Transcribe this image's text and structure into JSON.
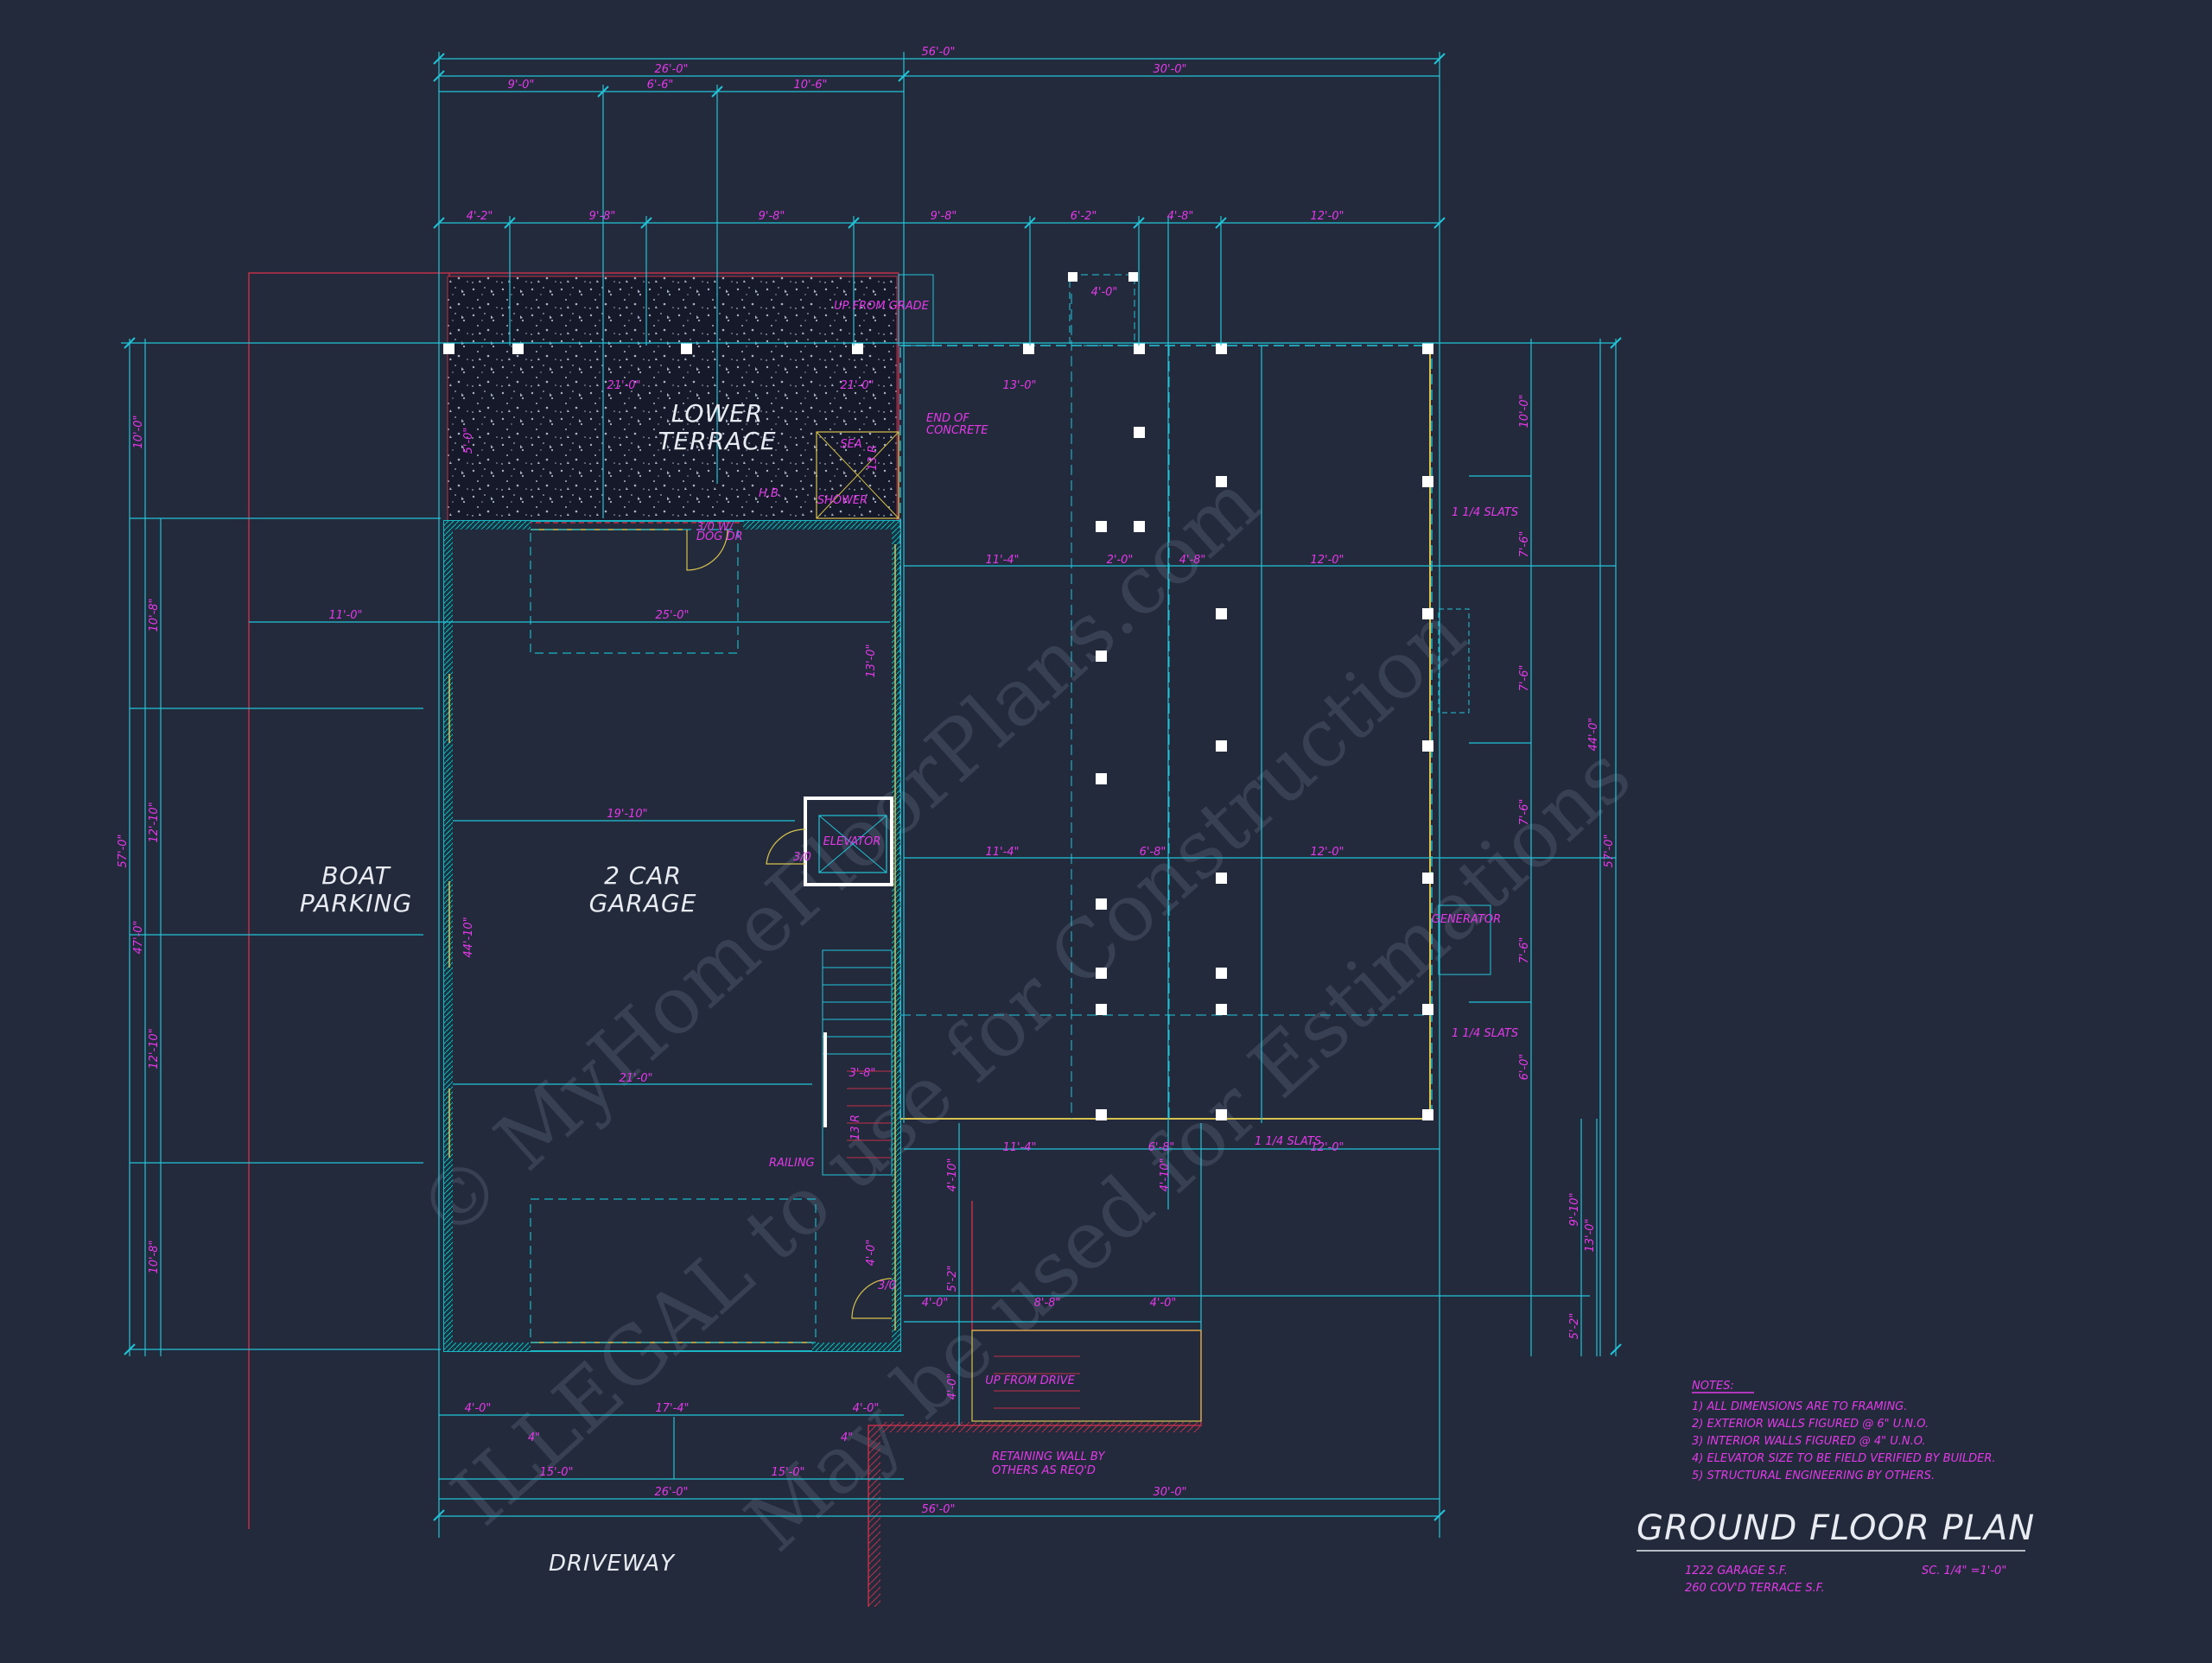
{
  "title": "GROUND FLOOR PLAN",
  "subtitle_lines": [
    "1222 GARAGE S.F.",
    "260 COV'D TERRACE S.F."
  ],
  "scale": "SC. 1/4\" =1'-0\"",
  "notes": {
    "heading": "NOTES:",
    "items": [
      "1) ALL DIMENSIONS ARE TO FRAMING.",
      "2) EXTERIOR WALLS FIGURED @ 6\" U.N.O.",
      "3) INTERIOR WALLS FIGURED @ 4\" U.N.O.",
      "4) ELEVATOR SIZE TO BE FIELD VERIFIED BY BUILDER.",
      "5) STRUCTURAL ENGINEERING BY OTHERS."
    ]
  },
  "rooms": {
    "lower_terrace": [
      "LOWER",
      "TERRACE"
    ],
    "garage": [
      "2 CAR",
      "GARAGE"
    ],
    "boat_parking": [
      "BOAT",
      "PARKING"
    ],
    "driveway": "DRIVEWAY"
  },
  "small_labels": {
    "elevator": "ELEVATOR",
    "generator": "GENERATOR",
    "shower": "SHOWER",
    "sea": "SEA",
    "up_from_grade": "UP FROM GRADE",
    "up_from_drive": "UP FROM DRIVE",
    "end_of_concrete": [
      "END OF",
      "CONCRETE"
    ],
    "retaining_wall": [
      "RETAINING WALL BY",
      "OTHERS AS REQ'D"
    ],
    "railing": "RAILING",
    "door_30": "3/0",
    "door_30_w": "3/0 W/",
    "dog_dr": "DOG DR",
    "hb": "H.B.",
    "stairs_1": "13 R",
    "stairs_2": "13 R"
  },
  "dims_top": {
    "overall": "56'-0\"",
    "left": "26'-0\"",
    "right": "30'-0\"",
    "row2": [
      "9'-0\"",
      "6'-6\"",
      "10'-6\""
    ],
    "row3": [
      "4'-2\"",
      "9'-8\"",
      "9'-8\"",
      "9'-8\"",
      "6'-2\"",
      "4'-8\"",
      "12'-0\""
    ]
  },
  "dims_bottom": {
    "row1": [
      "4'-0\"",
      "17'-4\"",
      "4'-0\""
    ],
    "row2": [
      "15'-0\"",
      "15'-0\""
    ],
    "row3_left": "26'-0\"",
    "row3_right": "30'-0\"",
    "overall": "56'-0\"",
    "small": [
      "4\"",
      "4\""
    ]
  },
  "dims_left": [
    "10'-0\"",
    "57'-0\"",
    "47'-0\"",
    "10'-8\"",
    "12'-10\"",
    "12'-10\"",
    "10'-8\""
  ],
  "dims_right": [
    "10'-0\"",
    "7'-6\"",
    "7'-6\"",
    "7'-6\"",
    "7'-6\"",
    "6'-0\"",
    "44'-0\"",
    "57'-0\"",
    "13'-0\"",
    "9'-10\"",
    "5'-2\""
  ],
  "dims_interior": [
    "21'-0\"",
    "21'-0\"",
    "13'-0\"",
    "11'-4\"",
    "2'-0\"",
    "4'-8\"",
    "12'-0\"",
    "11'-0\"",
    "25'-0\"",
    "19'-10\"",
    "44'-10\"",
    "11'-4\"",
    "6'-8\"",
    "12'-0\"",
    "21'-0\"",
    "11'-4\"",
    "6'-8\"",
    "12'-0\"",
    "13'-0\"",
    "8'-8\"",
    "4'-0\"",
    "4'-0\"",
    "4'-0\"",
    "4'-0\"",
    "4'-10\"",
    "5'-0\"",
    "3'-8\"",
    "4'-0\"",
    "4'-10\"",
    "5'-2\"",
    "1 1/4 SLATS",
    "1 1/4 SLATS",
    "1 1/4 SLATS"
  ],
  "watermark": [
    "© MyHomeFloorPlans.com",
    "ILLEGAL to use for Construction",
    "May be used for Estimations"
  ],
  "colors": {
    "background": "#232a3b",
    "dimension_line": "#22c4d8",
    "dimension_text": "#e23ae8",
    "wall": "#19b6c6",
    "property_line": "#c0304a",
    "label": "#e8ecf2",
    "framing": "#d7c24e"
  }
}
